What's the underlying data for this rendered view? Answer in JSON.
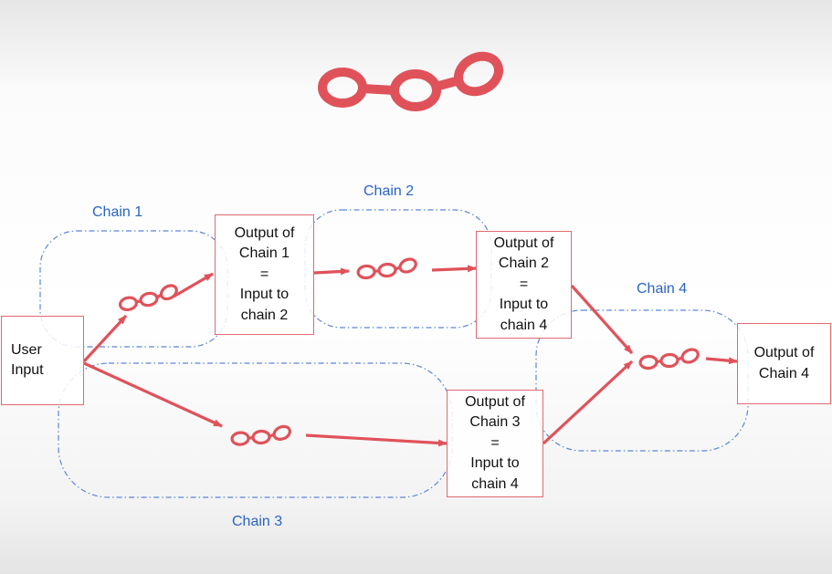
{
  "colors": {
    "accent": "#e0525a",
    "node_border": "#e06b70",
    "group_border": "#5b86d9",
    "group_label": "#2a63c6",
    "text": "#111111"
  },
  "icons": {
    "header": "chain-link-icon",
    "chain": "chain-link-icon"
  },
  "groups": [
    {
      "id": "chain1",
      "label": "Chain 1"
    },
    {
      "id": "chain2",
      "label": "Chain 2"
    },
    {
      "id": "chain3",
      "label": "Chain 3"
    },
    {
      "id": "chain4",
      "label": "Chain 4"
    }
  ],
  "nodes": [
    {
      "id": "user-input",
      "text": "User\nInput"
    },
    {
      "id": "output-chain-1",
      "text": "Output of\nChain 1\n=\nInput to\nchain 2"
    },
    {
      "id": "output-chain-2",
      "text": "Output of\nChain 2\n=\nInput to\nchain 4"
    },
    {
      "id": "output-chain-3",
      "text": "Output of\nChain 3\n=\nInput to\nchain 4"
    },
    {
      "id": "output-chain-4",
      "text": "Output of\nChain 4"
    }
  ],
  "edges": [
    {
      "from": "user-input",
      "to": "chain1"
    },
    {
      "from": "chain1",
      "to": "output-chain-1"
    },
    {
      "from": "output-chain-1",
      "to": "chain2"
    },
    {
      "from": "chain2",
      "to": "output-chain-2"
    },
    {
      "from": "user-input",
      "to": "chain3"
    },
    {
      "from": "chain3",
      "to": "output-chain-3"
    },
    {
      "from": "output-chain-2",
      "to": "chain4"
    },
    {
      "from": "output-chain-3",
      "to": "chain4"
    },
    {
      "from": "chain4",
      "to": "output-chain-4"
    }
  ]
}
